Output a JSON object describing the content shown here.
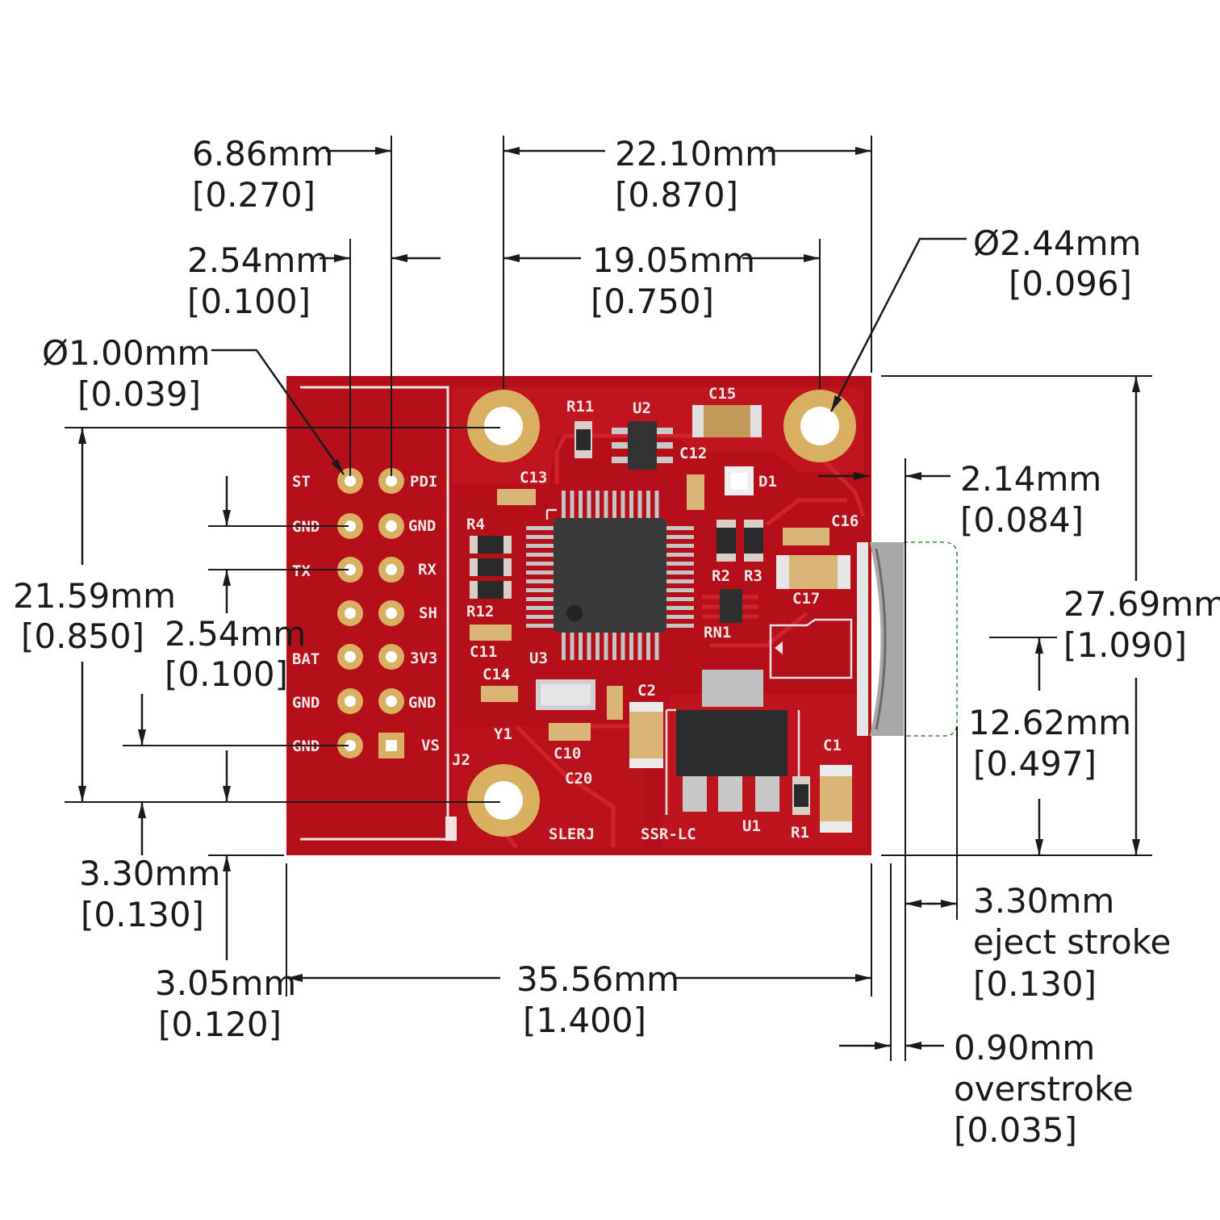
{
  "dimensions": {
    "d686": {
      "mm": "6.86mm",
      "in": "[0.270]"
    },
    "d2210": {
      "mm": "22.10mm",
      "in": "[0.870]"
    },
    "d254a": {
      "mm": "2.54mm",
      "in": "[0.100]"
    },
    "d1905": {
      "mm": "19.05mm",
      "in": "[0.750]"
    },
    "d244": {
      "mm": "Ø2.44mm",
      "in": "[0.096]"
    },
    "d100": {
      "mm": "Ø1.00mm",
      "in": "[0.039]"
    },
    "d214": {
      "mm": "2.14mm",
      "in": "[0.084]"
    },
    "d2159": {
      "mm": "21.59mm",
      "in": "[0.850]"
    },
    "d254b": {
      "mm": "2.54mm",
      "in": "[0.100]"
    },
    "d2769": {
      "mm": "27.69mm",
      "in": "[1.090]"
    },
    "d1262": {
      "mm": "12.62mm",
      "in": "[0.497]"
    },
    "d330a": {
      "mm": "3.30mm",
      "in": "[0.130]"
    },
    "d330b": {
      "mm": "3.30mm",
      "label": "eject  stroke",
      "in": "[0.130]"
    },
    "d305": {
      "mm": "3.05mm",
      "in": "[0.120]"
    },
    "d3556": {
      "mm": "35.56mm",
      "in": "[1.400]"
    },
    "d090": {
      "mm": "0.90mm",
      "label": "overstroke",
      "in": "[0.035]"
    }
  },
  "silkscreen": {
    "left_pins": [
      "ST",
      "GND",
      "TX",
      "",
      "BAT",
      "GND",
      "GND"
    ],
    "right_pins": [
      "PDI",
      "GND",
      "RX",
      "SH",
      "3V3",
      "GND",
      "VS"
    ],
    "refs": {
      "r11": "R11",
      "u2": "U2",
      "c15": "C15",
      "c12": "C12",
      "d1": "D1",
      "c13": "C13",
      "r4": "R4",
      "r12": "R12",
      "c11": "C11",
      "c14": "C14",
      "u3": "U3",
      "r2": "R2",
      "r3": "R3",
      "rn1": "RN1",
      "c16": "C16",
      "c17": "C17",
      "c2": "C2",
      "y1": "Y1",
      "c10": "C10",
      "c20": "C20",
      "j2": "J2",
      "c1": "C1",
      "u1": "U1",
      "r1": "R1"
    },
    "footer_left": "SLERJ",
    "footer_right": "SSR-LC"
  },
  "colors": {
    "board": "#b5101a",
    "pad": "#d9b061",
    "ic": "#3a3a3a"
  }
}
